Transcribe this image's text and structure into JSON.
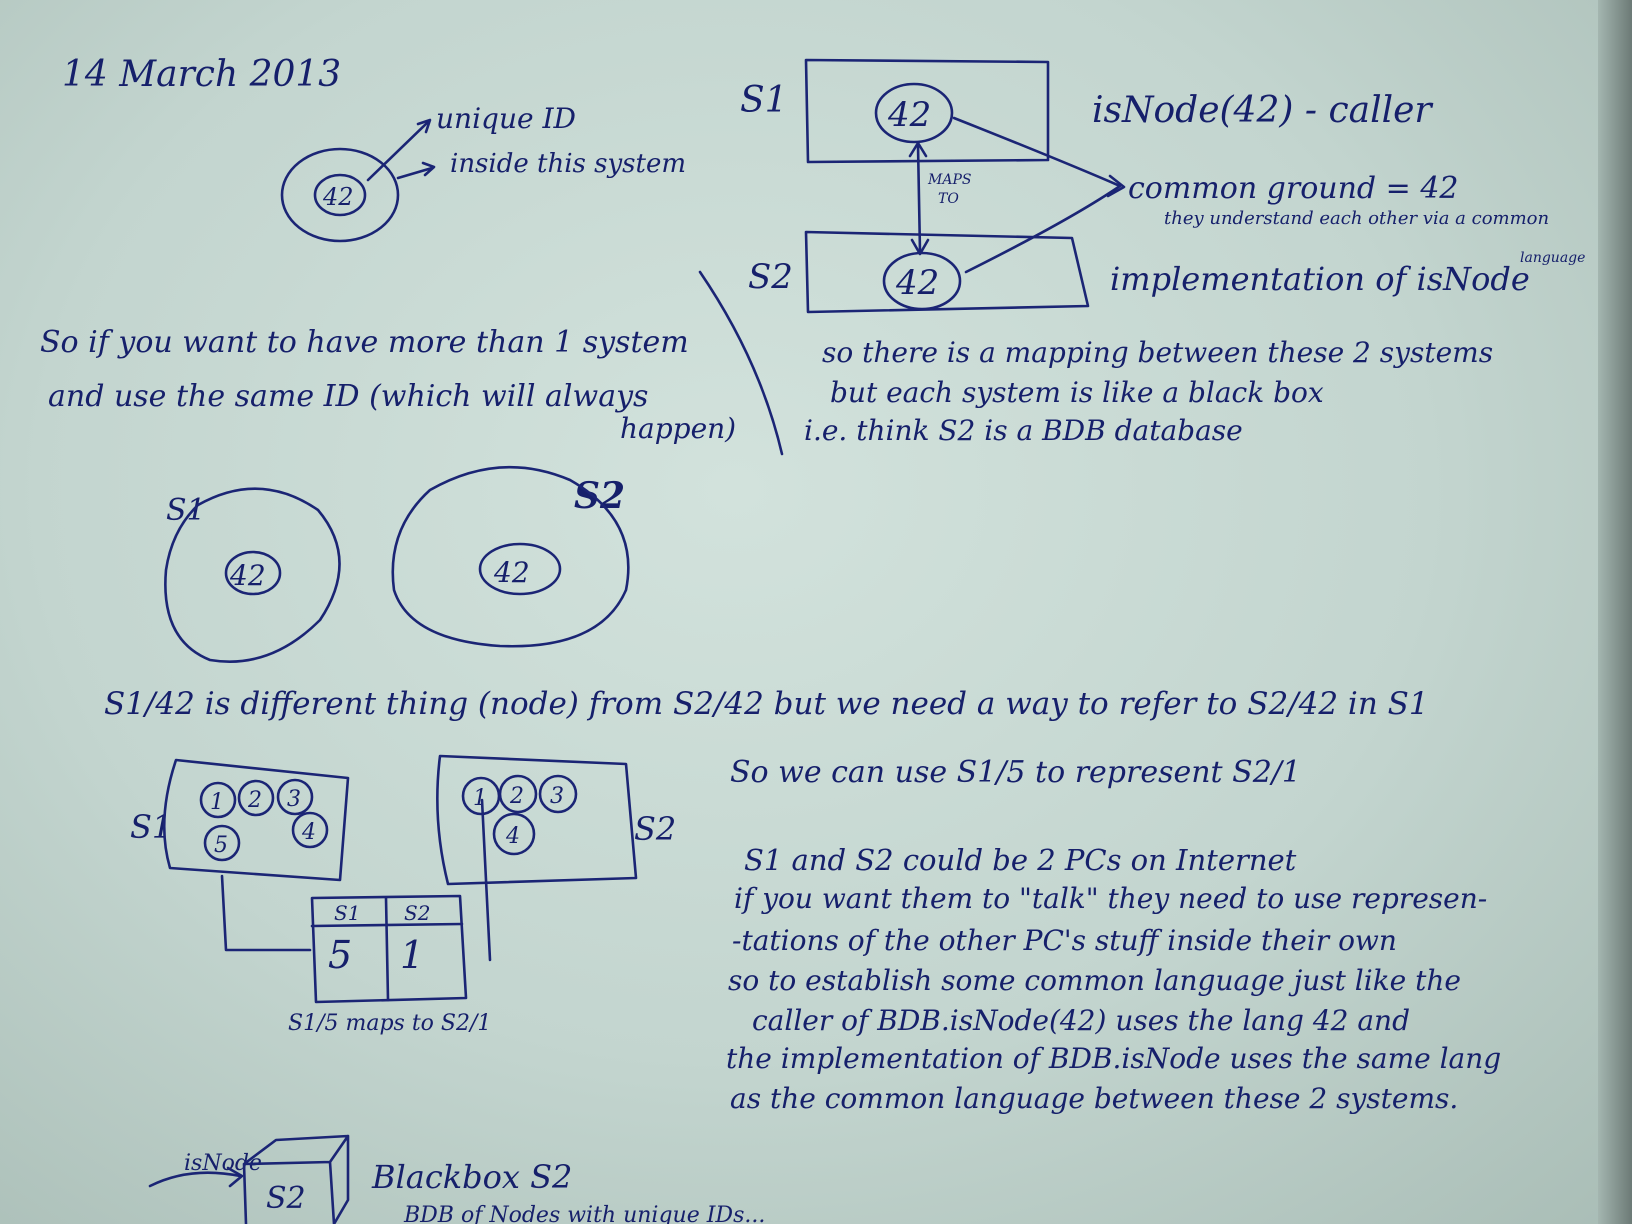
{
  "date": "14 March 2013",
  "top_left": {
    "node_id": "42",
    "label_unique": "unique ID",
    "label_inside": "inside this system"
  },
  "top_right": {
    "s1_label": "S1",
    "s2_label": "S2",
    "s1_node": "42",
    "s2_node": "42",
    "maps_to": [
      "MAPS",
      "TO"
    ],
    "caller": "isNode(42) - caller",
    "common_ground": "common ground = 42",
    "common_ground_note": "they understand each other via a common",
    "common_ground_note2": "language",
    "implementation": "implementation of isNode",
    "notes": [
      "so there is a mapping between these 2 systems",
      "but each system is like a black box",
      "i.e. think S2 is a BDB database"
    ]
  },
  "middle_left": {
    "lines": [
      "So if you want to have more than 1 system",
      "and use the same ID (which will always",
      "happen)"
    ],
    "s1_label": "S1",
    "s2_label": "S2",
    "s1_node": "42",
    "s2_node": "42"
  },
  "difference_line": "S1/42 is different thing (node) from S2/42 but we need a way to refer to S2/42 in S1",
  "lower_left": {
    "s1_label": "S1",
    "s2_label": "S2",
    "s1_nodes": [
      "1",
      "2",
      "3",
      "5",
      "4"
    ],
    "s2_nodes": [
      "1",
      "2",
      "3",
      "4"
    ],
    "table_head": [
      "S1",
      "S2"
    ],
    "table_row": [
      "5",
      "1"
    ],
    "caption": "S1/5 maps to S2/1"
  },
  "lower_right": {
    "line1": "So we can use S1/5 to represent S2/1",
    "paragraph": [
      "S1 and S2 could be 2 PCs on Internet",
      "if you want them to \"talk\" they need to use represen-",
      "-tations of the other PC's stuff inside their own",
      "so to establish some common language just like the",
      "caller of BDB.isNode(42) uses the lang 42 and",
      "the implementation of BDB.isNode uses the same lang",
      "as the common language between these 2 systems."
    ]
  },
  "bottom": {
    "isnode_label": "isNode",
    "box_label": "S2",
    "blackbox": "Blackbox S2",
    "partial": "BDB of Nodes with unique IDs..."
  }
}
